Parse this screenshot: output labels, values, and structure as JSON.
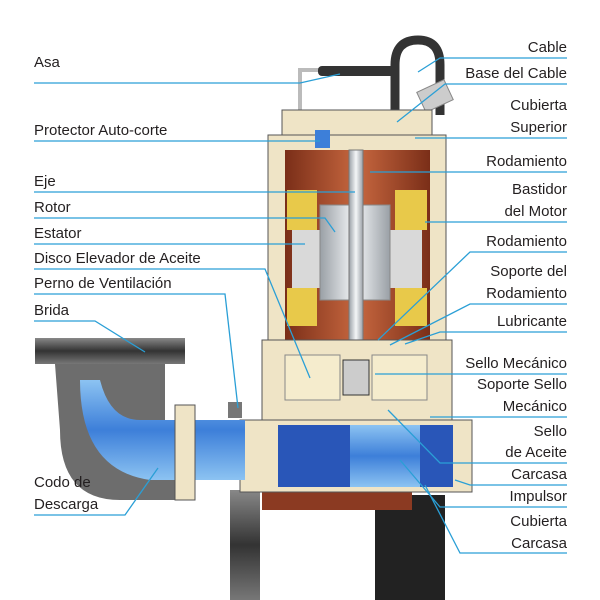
{
  "left_labels": {
    "asa": "Asa",
    "protector": "Protector Auto-corte",
    "eje": "Eje",
    "rotor": "Rotor",
    "estator": "Estator",
    "disco": "Disco Elevador de Aceite",
    "perno": "Perno de Ventilación",
    "brida": "Brida",
    "codo_1": "Codo de",
    "codo_2": "Descarga"
  },
  "right_labels": {
    "cable": "Cable",
    "base_cable": "Base del Cable",
    "cubierta_sup_1": "Cubierta",
    "cubierta_sup_2": "Superior",
    "rodamiento_1": "Rodamiento",
    "bastidor_1": "Bastidor",
    "bastidor_2": "del Motor",
    "rodamiento_2": "Rodamiento",
    "soporte_rod_1": "Soporte del",
    "soporte_rod_2": "Rodamiento",
    "lubricante": "Lubricante",
    "sello_mec": "Sello Mecánico",
    "soporte_sello_1": "Soporte  Sello",
    "soporte_sello_2": "Mecánico",
    "sello_aceite_1": "Sello",
    "sello_aceite_2": "de Aceite",
    "carcasa": "Carcasa",
    "impulsor": "Impulsor",
    "cubierta_car_1": "Cubierta",
    "cubierta_car_2": "Carcasa"
  },
  "colors": {
    "leader": "#2a9fd6",
    "housing": "#efe4c6",
    "copper": "#a5472a",
    "water": "#3d7fd9",
    "iron": "#5a5a5a"
  }
}
